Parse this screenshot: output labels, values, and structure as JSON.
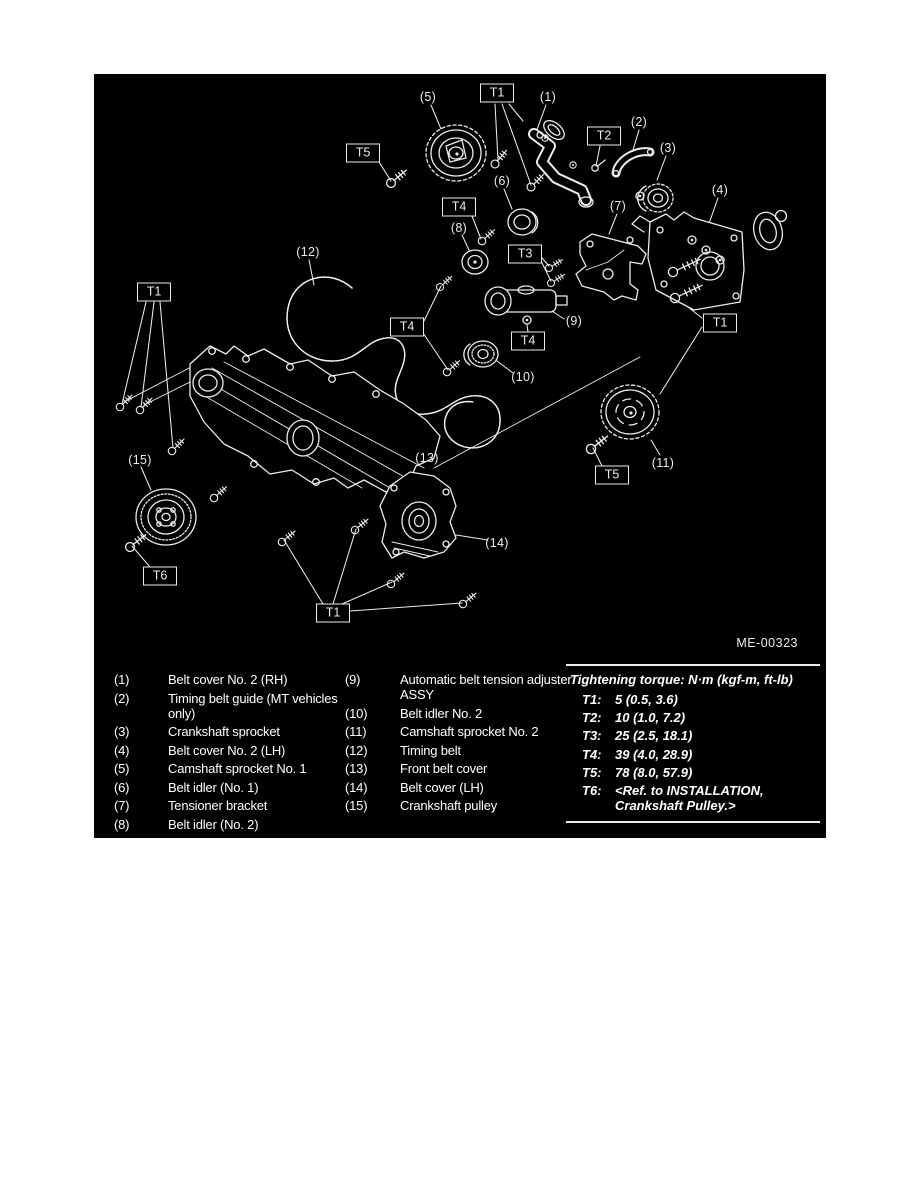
{
  "figure": {
    "code": "ME-00323",
    "callouts": [
      {
        "id": "t1-top",
        "label": "T1"
      },
      {
        "id": "t5-upper",
        "label": "T5"
      },
      {
        "id": "t2",
        "label": "T2"
      },
      {
        "id": "t4-upper",
        "label": "T4"
      },
      {
        "id": "t3",
        "label": "T3"
      },
      {
        "id": "t1-left",
        "label": "T1"
      },
      {
        "id": "t4-mid",
        "label": "T4"
      },
      {
        "id": "t4-lower",
        "label": "T4"
      },
      {
        "id": "t1-right",
        "label": "T1"
      },
      {
        "id": "t5-lower",
        "label": "T5"
      },
      {
        "id": "t6",
        "label": "T6"
      },
      {
        "id": "t1-bottom",
        "label": "T1"
      }
    ],
    "part_labels": [
      {
        "id": "5",
        "label": "(5)"
      },
      {
        "id": "1",
        "label": "(1)"
      },
      {
        "id": "2",
        "label": "(2)"
      },
      {
        "id": "3",
        "label": "(3)"
      },
      {
        "id": "4",
        "label": "(4)"
      },
      {
        "id": "6",
        "label": "(6)"
      },
      {
        "id": "8",
        "label": "(8)"
      },
      {
        "id": "7",
        "label": "(7)"
      },
      {
        "id": "12",
        "label": "(12)"
      },
      {
        "id": "9",
        "label": "(9)"
      },
      {
        "id": "10",
        "label": "(10)"
      },
      {
        "id": "11",
        "label": "(11)"
      },
      {
        "id": "15",
        "label": "(15)"
      },
      {
        "id": "13",
        "label": "(13)"
      },
      {
        "id": "14",
        "label": "(14)"
      }
    ]
  },
  "legend": {
    "left_column": [
      {
        "num": "(1)",
        "text": "Belt cover No. 2 (RH)"
      },
      {
        "num": "(2)",
        "text": "Timing belt guide (MT vehicles only)"
      },
      {
        "num": "(3)",
        "text": "Crankshaft sprocket"
      },
      {
        "num": "(4)",
        "text": "Belt cover No. 2 (LH)"
      },
      {
        "num": "(5)",
        "text": "Camshaft sprocket No. 1"
      },
      {
        "num": "(6)",
        "text": "Belt idler (No. 1)"
      },
      {
        "num": "(7)",
        "text": "Tensioner bracket"
      },
      {
        "num": "(8)",
        "text": "Belt idler (No. 2)"
      }
    ],
    "right_column": [
      {
        "num": "(9)",
        "text": "Automatic belt tension adjuster ASSY"
      },
      {
        "num": "(10)",
        "text": "Belt idler No. 2"
      },
      {
        "num": "(11)",
        "text": "Camshaft sprocket No. 2"
      },
      {
        "num": "(12)",
        "text": "Timing belt"
      },
      {
        "num": "(13)",
        "text": "Front belt cover"
      },
      {
        "num": "(14)",
        "text": "Belt cover (LH)"
      },
      {
        "num": "(15)",
        "text": "Crankshaft pulley"
      }
    ]
  },
  "torque_table": {
    "title": "Tightening torque: N·m (kgf-m, ft-lb)",
    "rows": [
      {
        "key": "T1:",
        "value": "5 (0.5, 3.6)"
      },
      {
        "key": "T2:",
        "value": "10 (1.0, 7.2)"
      },
      {
        "key": "T3:",
        "value": "25 (2.5, 18.1)"
      },
      {
        "key": "T4:",
        "value": "39 (4.0, 28.9)"
      },
      {
        "key": "T5:",
        "value": "78 (8.0, 57.9)"
      },
      {
        "key": "T6:",
        "value": "<Ref. to INSTALLATION, Crankshaft Pulley.>"
      }
    ]
  },
  "colors": {
    "page_background": "#ffffff",
    "figure_background": "#000000",
    "line_art": "#ececec"
  }
}
